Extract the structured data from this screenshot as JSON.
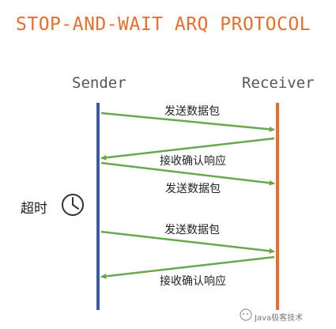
{
  "title": "STOP-AND-WAIT ARQ PROTOCOL",
  "sender_label": "Sender",
  "receiver_label": "Receiver",
  "timeout_label": "超时",
  "messages": {
    "send_1": "发送数据包",
    "ack_1": "接收确认响应",
    "send_2": "发送数据包",
    "send_3": "发送数据包",
    "ack_2": "接收确认响应"
  },
  "watermark": "Java极客技术",
  "colors": {
    "title": "#ec6d2a",
    "sender_line": "#3b5b9e",
    "receiver_line": "#ec6d2a",
    "arrow": "#6aa84f",
    "timeout_icon": "#333333"
  }
}
